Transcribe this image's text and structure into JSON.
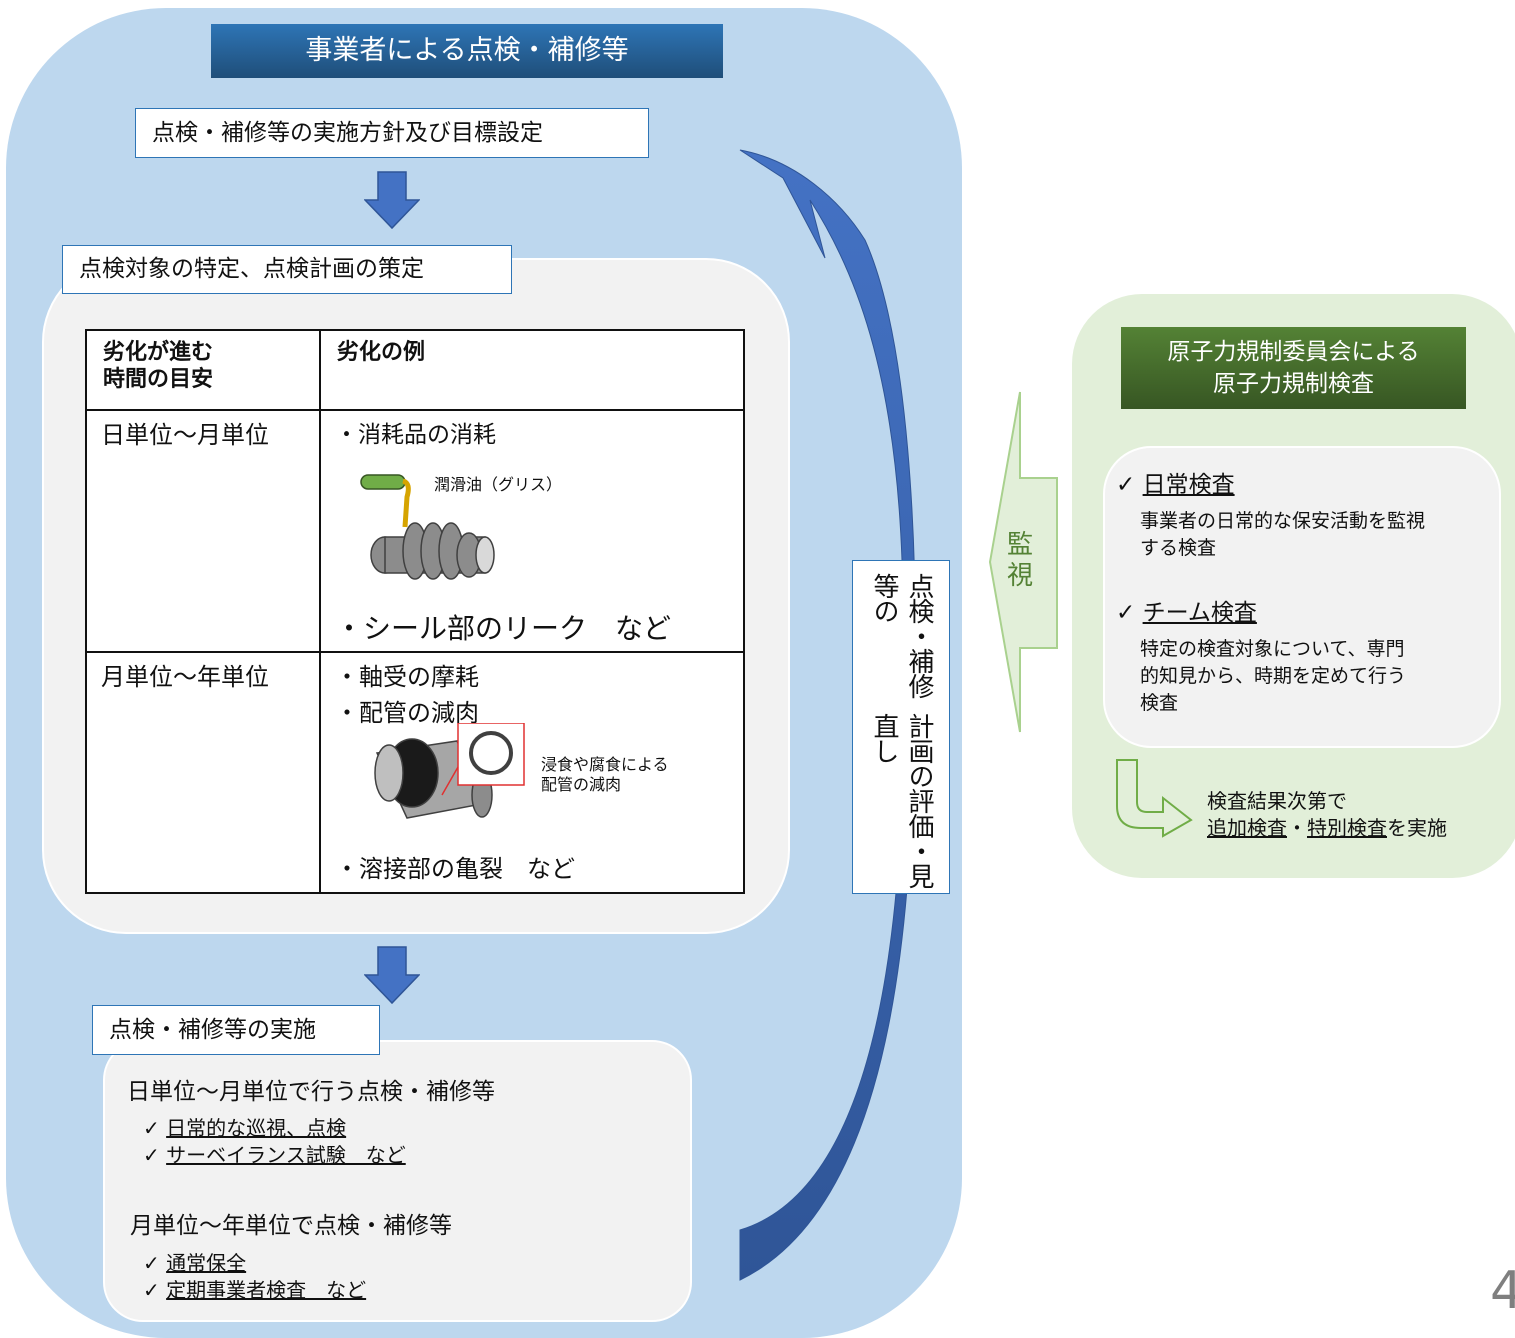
{
  "operator": {
    "title": "事業者による点検・補修等",
    "step1": "点検・補修等の実施方針及び目標設定",
    "step2": "点検対象の特定、点検計画の策定",
    "table": {
      "col1_header_line1": "劣化が進む",
      "col1_header_line2": "時間の目安",
      "col2_header": "劣化の例",
      "rows": [
        {
          "timeframe": "日単位〜月単位",
          "item1": "・消耗品の消耗",
          "image_label": "潤滑油（グリス）",
          "item2": "・シール部のリーク　など"
        },
        {
          "timeframe": "月単位〜年単位",
          "item1": "・軸受の摩耗",
          "item2": "・配管の減肉",
          "image_label_line1": "浸食や腐食による",
          "image_label_line2": "配管の減肉",
          "item3": "・溶接部の亀裂　など"
        }
      ]
    },
    "step3": "点検・補修等の実施",
    "impl": {
      "daily_heading": "日単位〜月単位で行う点検・補修等",
      "daily_items": [
        "日常的な巡視、点検",
        "サーベイランス試験　など"
      ],
      "monthly_heading": "月単位〜年単位で点検・補修等",
      "monthly_items": [
        "通常保全",
        "定期事業者検査　など"
      ]
    },
    "review_col1": "点検・補修等の",
    "review_col2": "計画の評価・見直し"
  },
  "regulator": {
    "title_line1": "原子力規制委員会による",
    "title_line2": "原子力規制検査",
    "monitor_label_line1": "監",
    "monitor_label_line2": "視",
    "check_mark": "✓",
    "items": [
      {
        "title": "日常検査",
        "desc_line1": "事業者の日常的な保安活動を監視",
        "desc_line2": "する検査"
      },
      {
        "title": "チーム検査",
        "desc_line1": "特定の検査対象について、専門",
        "desc_line2": "的知見から、時期を定めて行う",
        "desc_line3": "検査"
      }
    ],
    "result_line1": "検査結果次第で",
    "result_additional": "追加検査",
    "result_sep": "・",
    "result_special": "特別検査",
    "result_tail": "を実施"
  },
  "page_number": "4",
  "colors": {
    "panel_blue": "#bdd7ee",
    "band_blue": "#1f4e79",
    "arrow_blue": "#4472c4",
    "panel_green": "#e2efd9",
    "band_green": "#375623"
  }
}
